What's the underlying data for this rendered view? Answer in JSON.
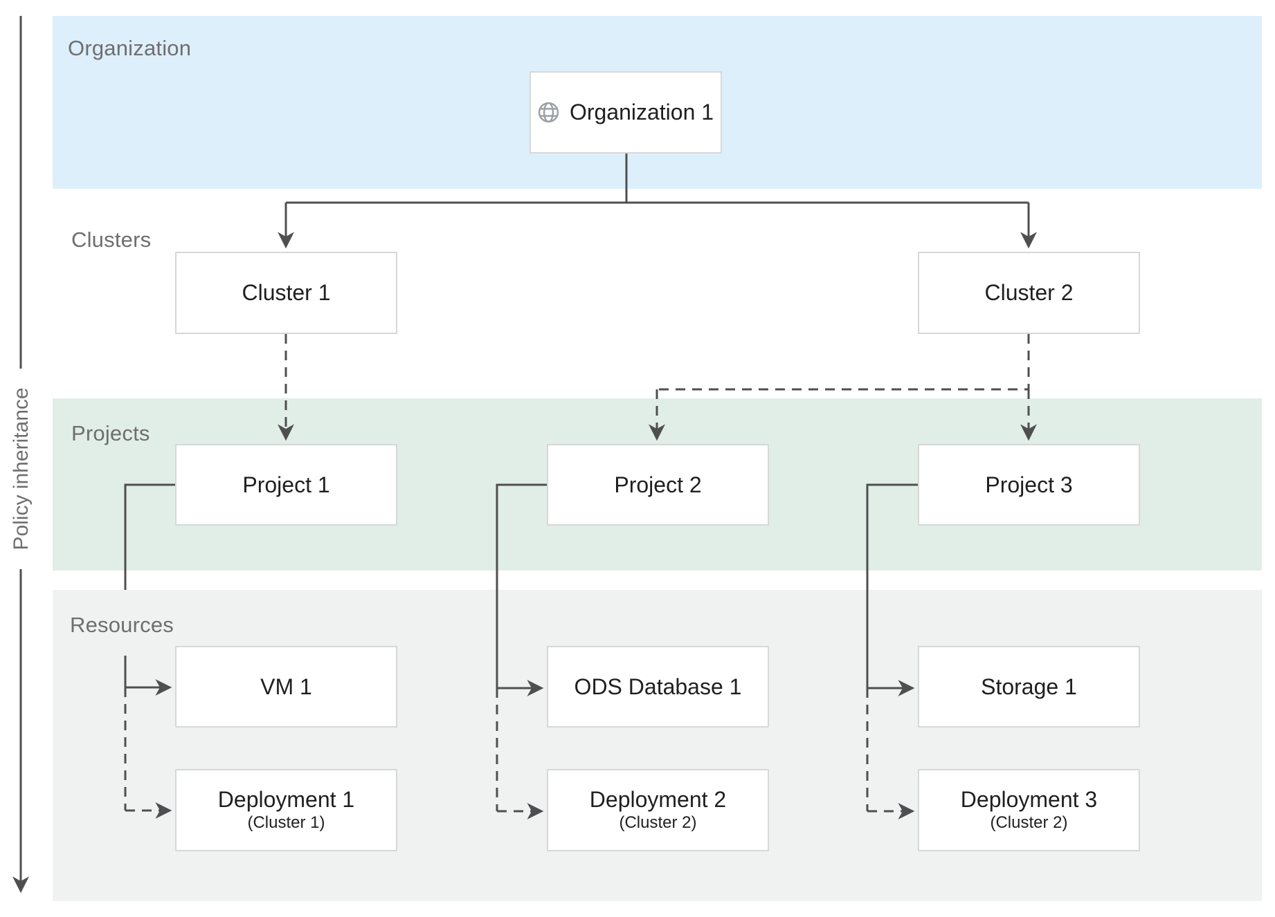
{
  "diagram": {
    "axis": {
      "label": "Policy inheritance"
    },
    "lanes": [
      {
        "id": "organization",
        "label": "Organization",
        "bg": "#ddeffa"
      },
      {
        "id": "clusters",
        "label": "Clusters",
        "bg": "#ffffff"
      },
      {
        "id": "projects",
        "label": "Projects",
        "bg": "#e1eee7"
      },
      {
        "id": "resources",
        "label": "Resources",
        "bg": "#f0f1f1"
      }
    ],
    "nodes": {
      "organization1": {
        "label": "Organization 1",
        "icon": "globe-icon"
      },
      "cluster1": {
        "label": "Cluster 1"
      },
      "cluster2": {
        "label": "Cluster 2"
      },
      "project1": {
        "label": "Project 1"
      },
      "project2": {
        "label": "Project 2"
      },
      "project3": {
        "label": "Project 3"
      },
      "vm1": {
        "label": "VM 1"
      },
      "ods_database1": {
        "label": "ODS Database 1"
      },
      "storage1": {
        "label": "Storage 1"
      },
      "deployment1": {
        "label": "Deployment 1",
        "sublabel": "(Cluster 1)"
      },
      "deployment2": {
        "label": "Deployment 2",
        "sublabel": "(Cluster 2)"
      },
      "deployment3": {
        "label": "Deployment 3",
        "sublabel": "(Cluster 2)"
      }
    },
    "edges": [
      {
        "from": "organization1",
        "to": "cluster1",
        "style": "solid"
      },
      {
        "from": "organization1",
        "to": "cluster2",
        "style": "solid"
      },
      {
        "from": "cluster1",
        "to": "project1",
        "style": "dashed"
      },
      {
        "from": "cluster2",
        "to": "project2",
        "style": "dashed"
      },
      {
        "from": "cluster2",
        "to": "project3",
        "style": "dashed"
      },
      {
        "from": "project1",
        "to": "vm1",
        "style": "solid"
      },
      {
        "from": "project1",
        "to": "deployment1",
        "style": "dashed"
      },
      {
        "from": "project2",
        "to": "ods_database1",
        "style": "solid"
      },
      {
        "from": "project2",
        "to": "deployment2",
        "style": "dashed"
      },
      {
        "from": "project3",
        "to": "storage1",
        "style": "solid"
      },
      {
        "from": "project3",
        "to": "deployment3",
        "style": "dashed"
      }
    ],
    "colors": {
      "lane_organization_bg": "#ddeffa",
      "lane_projects_bg": "#e1eee7",
      "lane_resources_bg": "#f0f1f1",
      "node_border": "#d6d8d8",
      "node_text": "#1f1f1f",
      "lane_label_text": "#6e6e70",
      "connector": "#4f4f51",
      "globe_icon": "#9aa0a6"
    }
  }
}
